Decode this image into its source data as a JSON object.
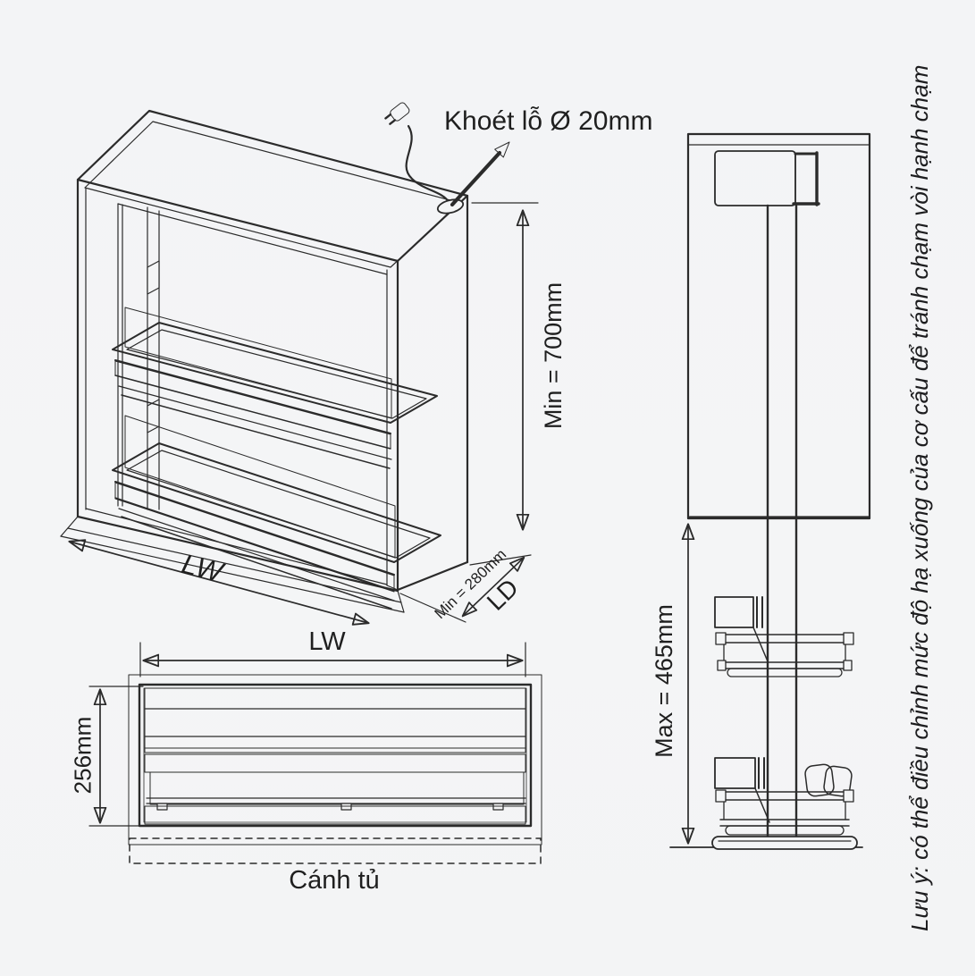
{
  "colors": {
    "background": "#f4f5f6",
    "line": "#2b2b2b",
    "accent_dark": "#111111",
    "panel_gray": "#e2e3e5"
  },
  "isometric_view": {
    "hole_annotation": "Khoét lỗ Ø 20mm",
    "height_dim": "Min = 700mm",
    "width_dim": "LW",
    "depth_dim": "Min = 280mm",
    "depth_label": "LD"
  },
  "plan_view": {
    "width_dim": "LW",
    "height_dim": "256mm",
    "door_label": "Cánh tủ"
  },
  "side_view": {
    "drop_dim": "Max = 465mm"
  },
  "note_text": "Lưu ý: có thể điều chỉnh mức độ hạ xuống của cơ cấu để tránh chạm vòi  hạnh chạm"
}
